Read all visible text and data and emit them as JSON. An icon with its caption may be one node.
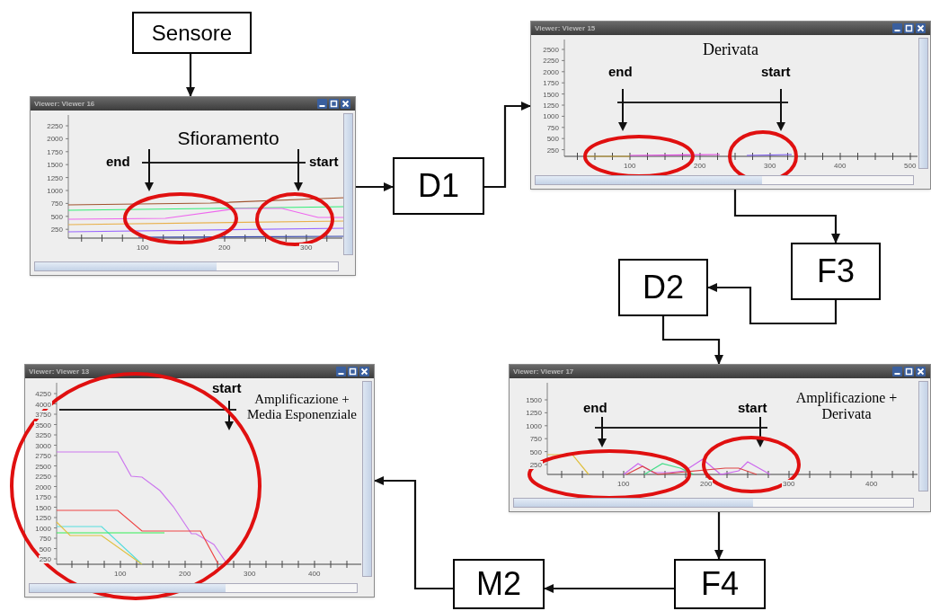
{
  "diagram": {
    "nodes": [
      {
        "text": [
          "Sensore"
        ]
      },
      {
        "text": [
          "Viewer: Viewer 16",
          "Sfioramento"
        ]
      },
      {
        "text": [
          "D1"
        ]
      },
      {
        "text": [
          "Viewer: Viewer 15",
          "Derivata"
        ]
      },
      {
        "text": [
          "F3"
        ]
      },
      {
        "text": [
          "D2"
        ]
      },
      {
        "text": [
          "Viewer: Viewer 17",
          "Amplificazione + Derivata"
        ]
      },
      {
        "text": [
          "F4"
        ]
      },
      {
        "text": [
          "M2"
        ]
      },
      {
        "text": [
          "Viewer: Viewer 13",
          "Amplificazione + Media Esponenziale"
        ]
      }
    ],
    "edges": [
      {
        "from": 0,
        "to": 1,
        "arrow": "to"
      },
      {
        "from": 1,
        "to": 2,
        "arrow": "to"
      },
      {
        "from": 2,
        "to": 3,
        "arrow": "to"
      },
      {
        "from": 3,
        "to": 4,
        "arrow": "to"
      },
      {
        "from": 4,
        "to": 5,
        "arrow": "to"
      },
      {
        "from": 5,
        "to": 6,
        "arrow": "to"
      },
      {
        "from": 6,
        "to": 7,
        "arrow": "to"
      },
      {
        "from": 7,
        "to": 8,
        "arrow": "to"
      },
      {
        "from": 8,
        "to": 9,
        "arrow": "to"
      }
    ],
    "labels": [
      "end",
      "start",
      "2250",
      "2000",
      "1750",
      "1500",
      "1250",
      "1000",
      "750",
      "500",
      "250",
      "100",
      "200",
      "300",
      "end",
      "start",
      "2500",
      "2250",
      "2000",
      "1750",
      "1500",
      "1250",
      "1000",
      "750",
      "500",
      "250",
      "100",
      "200",
      "300",
      "400",
      "500",
      "end",
      "start",
      "1500",
      "1250",
      "1000",
      "750",
      "500",
      "250",
      "100",
      "200",
      "300",
      "400",
      "start",
      "4250",
      "4000",
      "3750",
      "3500",
      "3250",
      "3000",
      "2750",
      "2500",
      "2250",
      "2000",
      "1750",
      "1500",
      "1250",
      "1000",
      "750",
      "500",
      "250",
      "100",
      "200",
      "300",
      "400"
    ]
  }
}
